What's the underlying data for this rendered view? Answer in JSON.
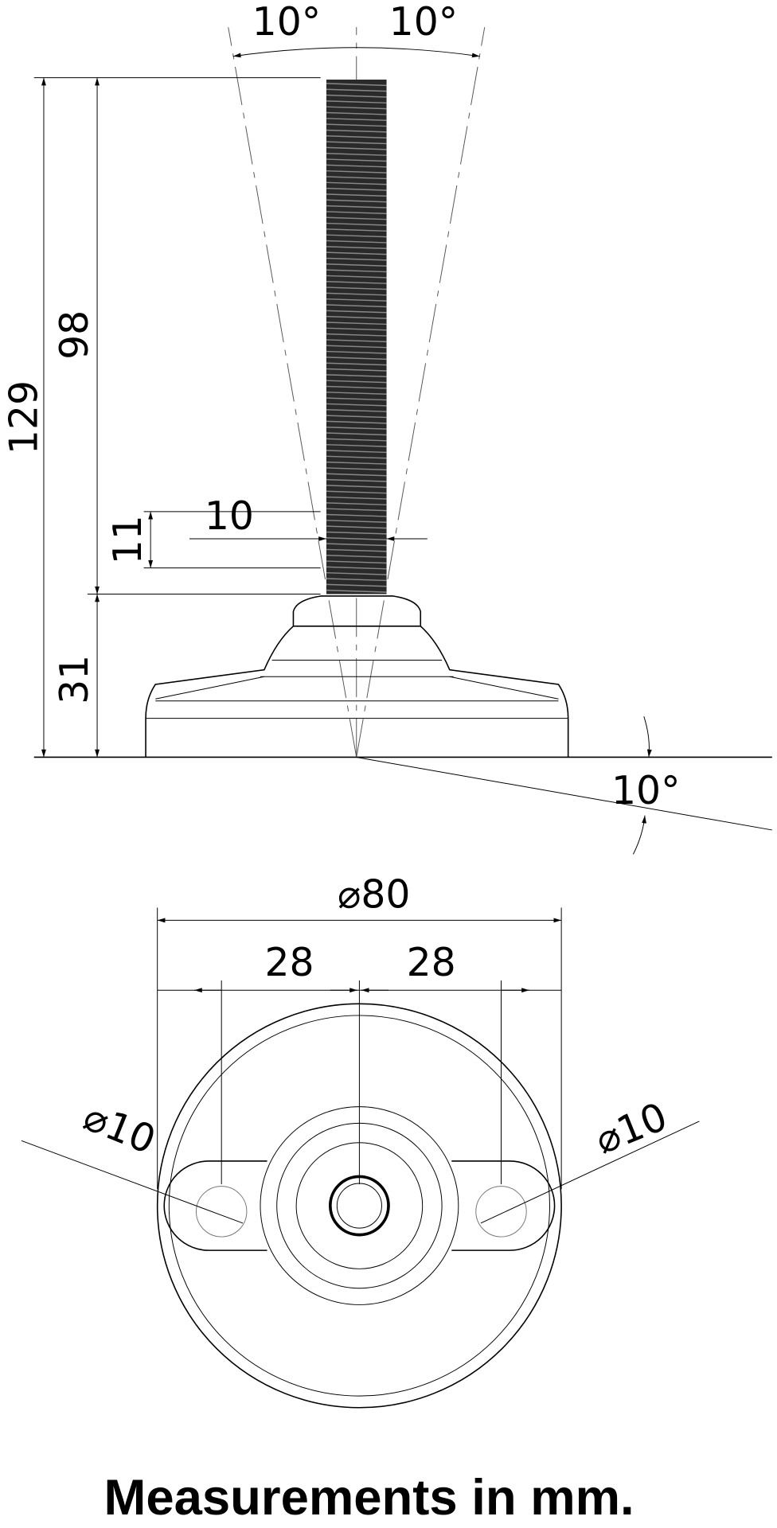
{
  "side_view": {
    "angle_left": "10°",
    "angle_right": "10°",
    "total_height": "129",
    "thread_height": "98",
    "base_height": "31",
    "nut_height": "11",
    "thread_diameter": "10",
    "tilt_angle": "10°"
  },
  "top_view": {
    "base_diameter": "⌀80",
    "hole_offset_left": "28",
    "hole_offset_right": "28",
    "hole_diameter_left": "⌀10",
    "hole_diameter_right": "⌀10"
  },
  "caption": "Measurements in mm."
}
